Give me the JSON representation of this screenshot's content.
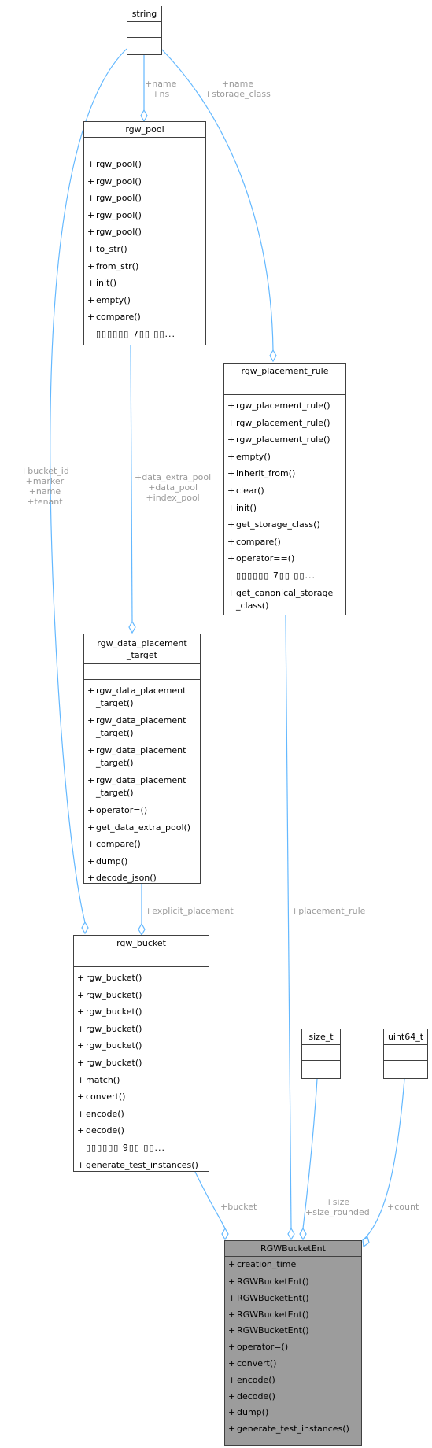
{
  "classes": {
    "string": {
      "name": "string"
    },
    "rgw_pool": {
      "name": "rgw_pool",
      "methods": [
        "rgw_pool()",
        "rgw_pool()",
        "rgw_pool()",
        "rgw_pool()",
        "rgw_pool()",
        "to_str()",
        "from_str()",
        "init()",
        "empty()",
        "compare()"
      ],
      "more": "▯▯▯▯▯▯ 7▯▯ ▯▯..."
    },
    "rgw_placement_rule": {
      "name": "rgw_placement_rule",
      "methods": [
        "rgw_placement_rule()",
        "rgw_placement_rule()",
        "rgw_placement_rule()",
        "empty()",
        "inherit_from()",
        "clear()",
        "init()",
        "get_storage_class()",
        "compare()",
        "operator==()"
      ],
      "more": "▯▯▯▯▯▯ 7▯▯ ▯▯...",
      "last_method_1": "get_canonical_storage",
      "last_method_2": "_class()"
    },
    "rgw_data_placement_target": {
      "name_1": "rgw_data_placement",
      "name_2": "_target",
      "ctor_1": "rgw_data_placement",
      "ctor_2": "_target()",
      "methods": [
        "operator=()",
        "get_data_extra_pool()",
        "compare()",
        "dump()",
        "decode_json()"
      ]
    },
    "rgw_bucket": {
      "name": "rgw_bucket",
      "methods": [
        "rgw_bucket()",
        "rgw_bucket()",
        "rgw_bucket()",
        "rgw_bucket()",
        "rgw_bucket()",
        "rgw_bucket()",
        "match()",
        "convert()",
        "encode()",
        "decode()"
      ],
      "more": "▯▯▯▯▯▯ 9▯▯ ▯▯...",
      "last_method": "generate_test_instances()"
    },
    "size_t": {
      "name": "size_t"
    },
    "uint64_t": {
      "name": "uint64_t"
    },
    "RGWBucketEnt": {
      "name": "RGWBucketEnt",
      "attributes": [
        "creation_time"
      ],
      "methods": [
        "RGWBucketEnt()",
        "RGWBucketEnt()",
        "RGWBucketEnt()",
        "RGWBucketEnt()",
        "operator=()",
        "convert()",
        "encode()",
        "decode()",
        "dump()",
        "generate_test_instances()"
      ]
    }
  },
  "edge_labels": {
    "string_pool": [
      "+name",
      "+ns"
    ],
    "string_rule": [
      "+name",
      "+storage_class"
    ],
    "string_bucket": [
      "+bucket_id",
      "+marker",
      "+name",
      "+tenant"
    ],
    "pool_target": [
      "+data_extra_pool",
      "+data_pool",
      "+index_pool"
    ],
    "target_bucket": "+explicit_placement",
    "rule_ent": "+placement_rule",
    "bucket_ent": "+bucket",
    "sizet_ent": [
      "+size",
      "+size_rounded"
    ],
    "uint64_ent": "+count"
  },
  "visibility": "+"
}
